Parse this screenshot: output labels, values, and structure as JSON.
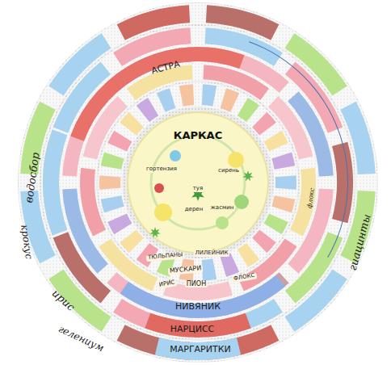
{
  "diagram": {
    "nodes": [
      {
        "text": [
          "КАРКАС"
        ]
      }
    ],
    "labels": [
      "АСТРА",
      "водосбор",
      "крокус",
      "ирис",
      "гелениум",
      "НИВЯНИК",
      "НАРЦИСС",
      "МАРГАРИТКИ",
      "гиацинты",
      "флокс",
      "гортензия",
      "сирень",
      "туя",
      "дерен",
      "жасмин",
      "ТЮЛЬПАНЫ",
      "ЛИЛЕЙНИК",
      "МУСКАРИ",
      "ИРИС",
      "ПИОН",
      "ФЛОКС"
    ]
  }
}
